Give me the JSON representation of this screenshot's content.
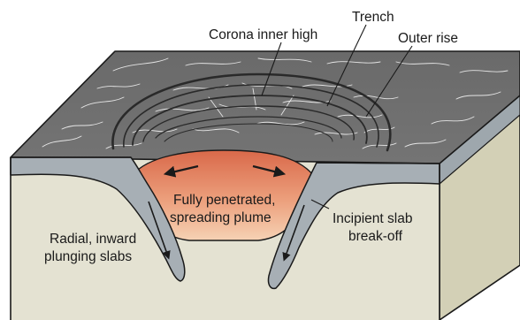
{
  "labels": {
    "trench": "Trench",
    "corona_inner_high": "Corona inner high",
    "outer_rise": "Outer rise",
    "plume_line1": "Fully penetrated,",
    "plume_line2": "spreading plume",
    "slab_breakoff_line1": "Incipient slab",
    "slab_breakoff_line2": "break-off",
    "radial_slabs_line1": "Radial, inward",
    "radial_slabs_line2": "plunging slabs"
  },
  "colors": {
    "surface": "#6d6d6d",
    "lithosphere_band": "#9ea7ad",
    "mantle_front": "#e4e2d2",
    "mantle_side": "#d3d0b6",
    "plume_hot": "#e07a57",
    "plume_cool": "#f2bf9a",
    "slab": "#a7afb5",
    "outline": "#1a1a1a"
  },
  "icons": {
    "flow_arrow_left": "arrow-left-icon",
    "flow_arrow_right": "arrow-right-icon",
    "subduction_arrow": "arrow-down-icon"
  }
}
